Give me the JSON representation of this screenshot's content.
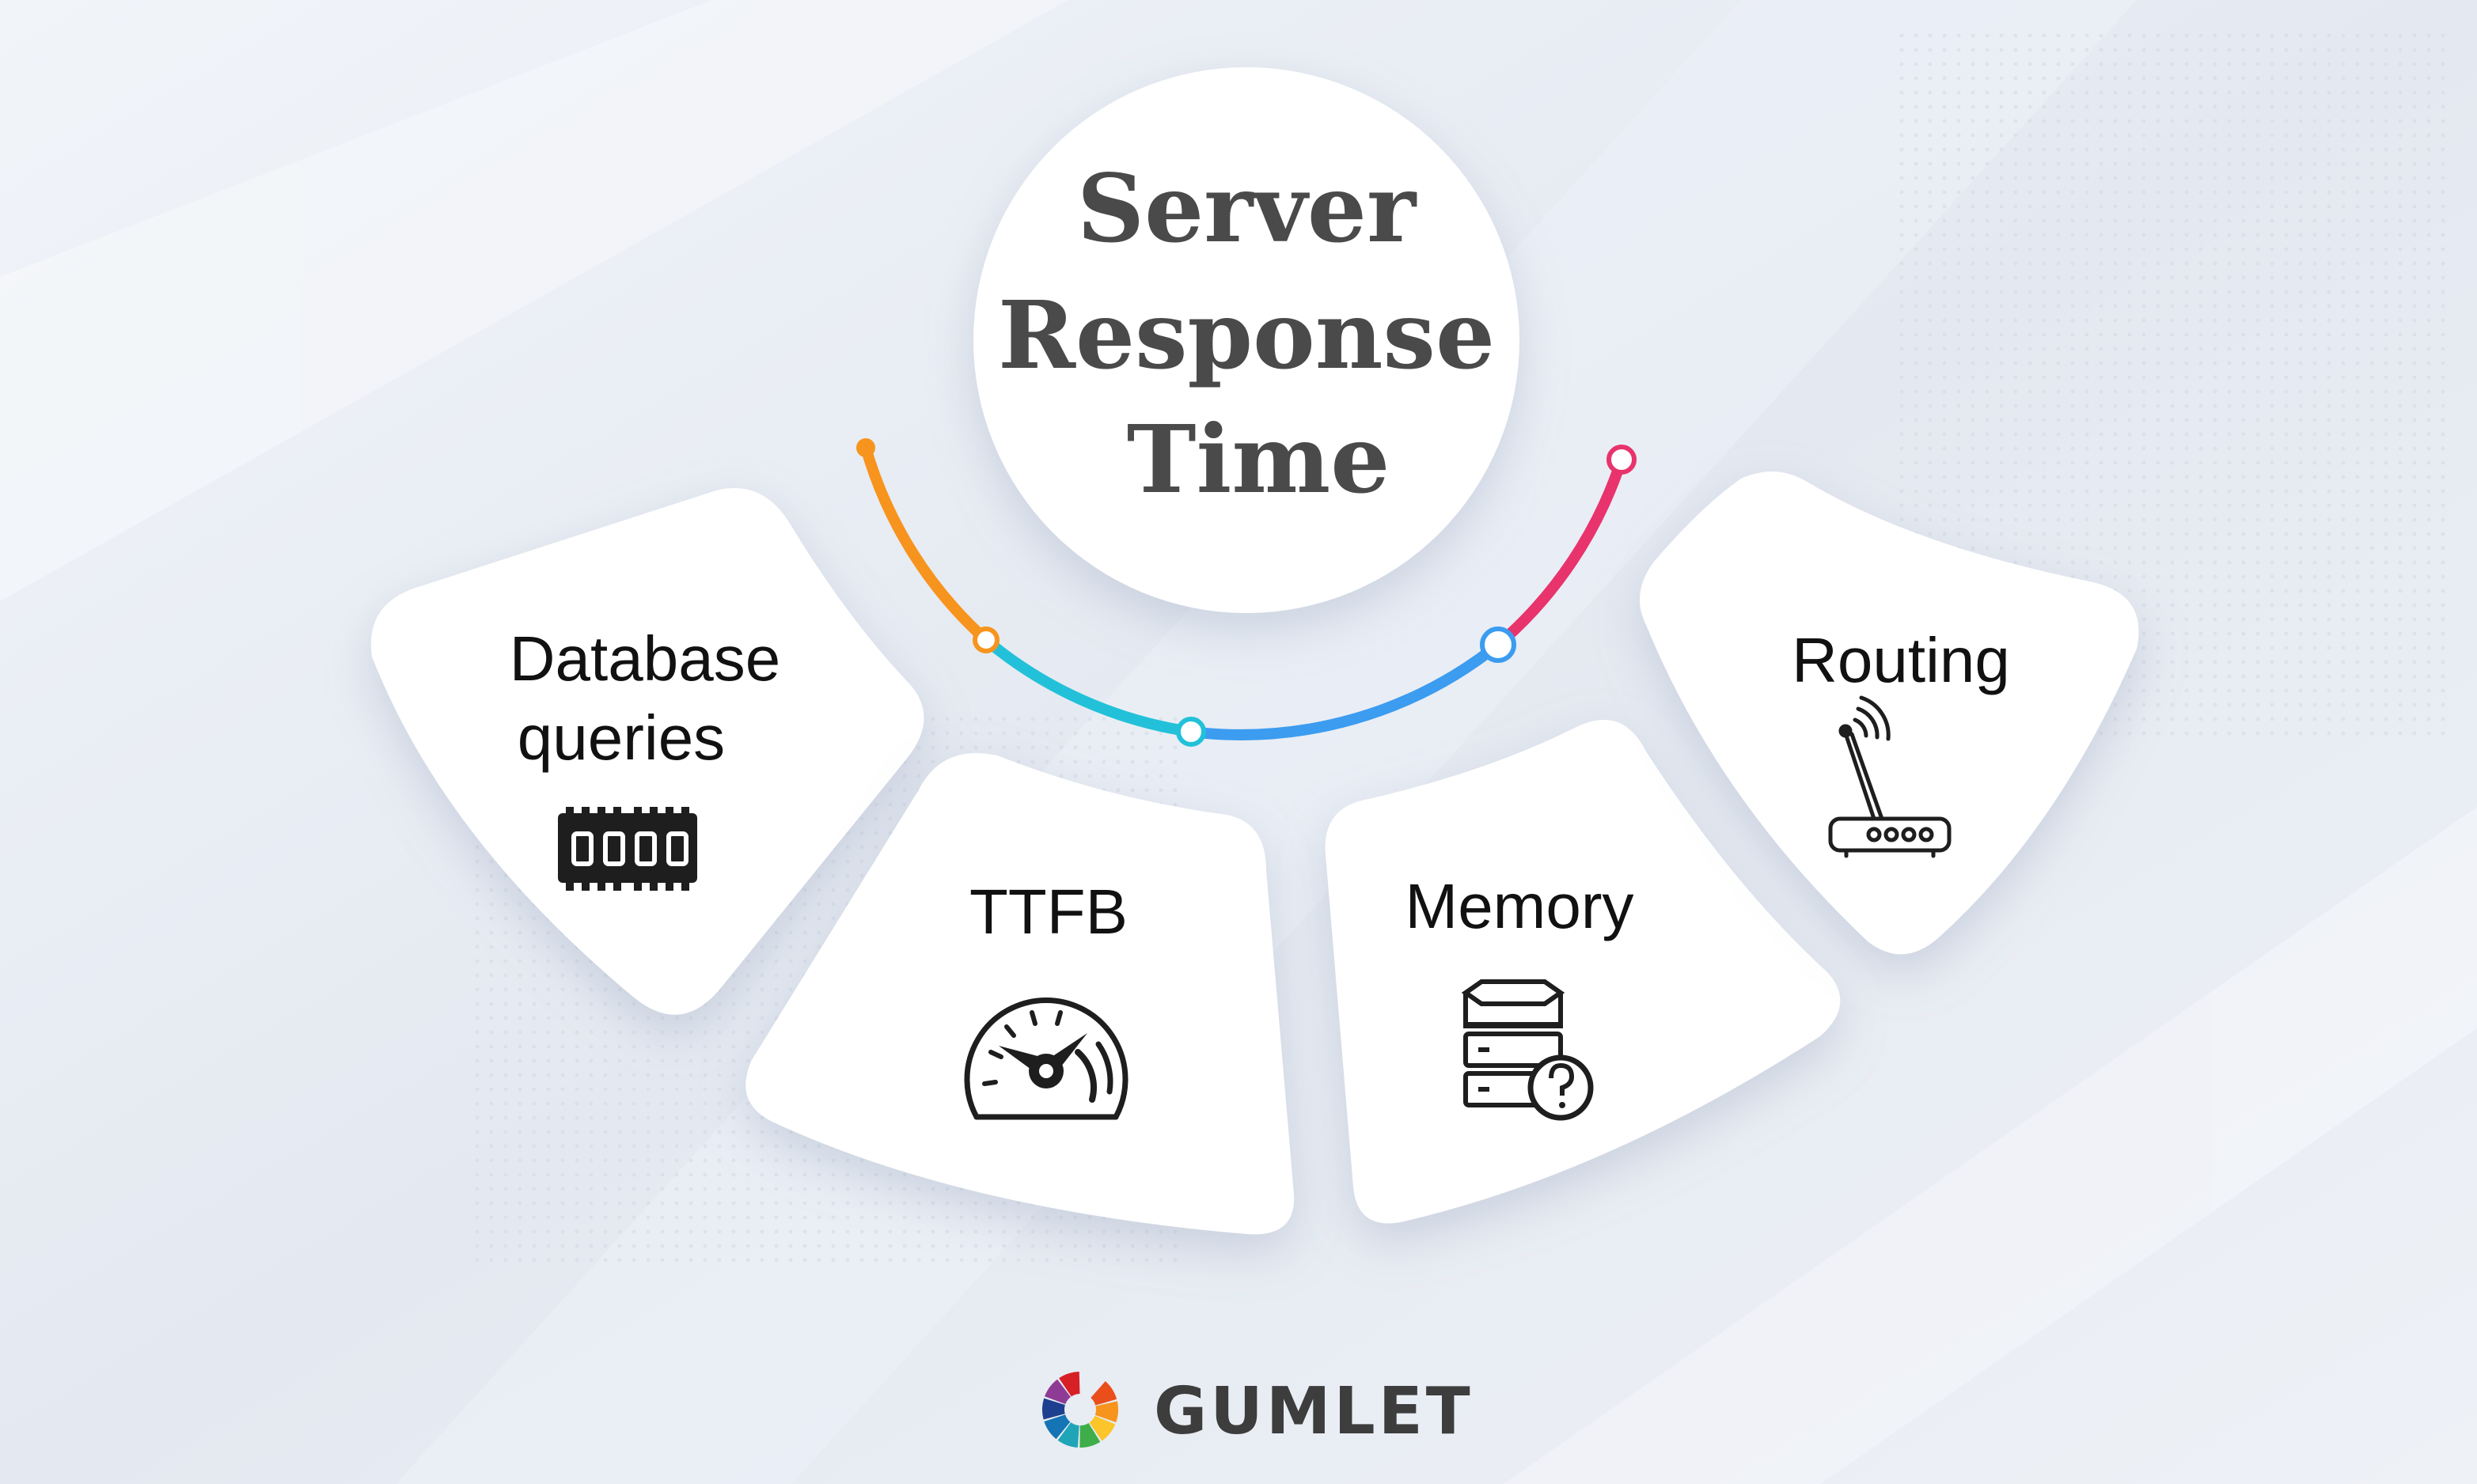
{
  "title": {
    "lines": [
      "Server",
      "Response",
      "Time"
    ]
  },
  "cards": [
    {
      "label_lines": [
        "Database",
        "queries"
      ],
      "icon": "memory-chip-icon"
    },
    {
      "label_lines": [
        "TTFB"
      ],
      "icon": "speedometer-icon"
    },
    {
      "label_lines": [
        "Memory"
      ],
      "icon": "database-question-icon"
    },
    {
      "label_lines": [
        "Routing"
      ],
      "icon": "wifi-router-icon"
    }
  ],
  "arc_colors": [
    "#f7941d",
    "#22c1d9",
    "#3b9cf0",
    "#e8336d"
  ],
  "brand": {
    "name": "GUMLET",
    "logo_colors": [
      "#e94e1b",
      "#f7941d",
      "#fbc52b",
      "#3fae49",
      "#1fa5b7",
      "#1474b5",
      "#1d3f8f",
      "#8e3b96",
      "#d71f26"
    ]
  }
}
